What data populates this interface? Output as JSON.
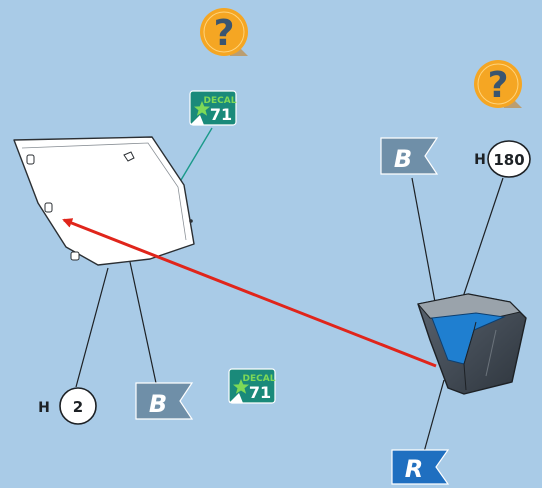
{
  "help_badges": [
    {
      "symbol": "?",
      "icon": "question-badge-icon"
    },
    {
      "symbol": "?",
      "icon": "question-badge-icon"
    }
  ],
  "decals": [
    {
      "title": "DECAL",
      "number": "71",
      "icon": "star-decal-icon"
    },
    {
      "title": "DECAL",
      "number": "71",
      "icon": "star-decal-icon"
    }
  ],
  "hardware_callouts": [
    {
      "prefix": "H",
      "quantity": "180"
    },
    {
      "prefix": "H",
      "quantity": "2"
    }
  ],
  "flags": [
    {
      "letter": "B",
      "icon": "flag-icon"
    },
    {
      "letter": "B",
      "icon": "flag-icon"
    },
    {
      "letter": "R",
      "icon": "flag-icon"
    }
  ],
  "colors": {
    "background": "#a9cbe7",
    "badge_orange": "#f5a623",
    "decal_teal": "#1a8a7a",
    "flag_gray": "#6f8fa8",
    "flag_blue": "#1f6fc0",
    "arrow_red": "#e0251b"
  }
}
